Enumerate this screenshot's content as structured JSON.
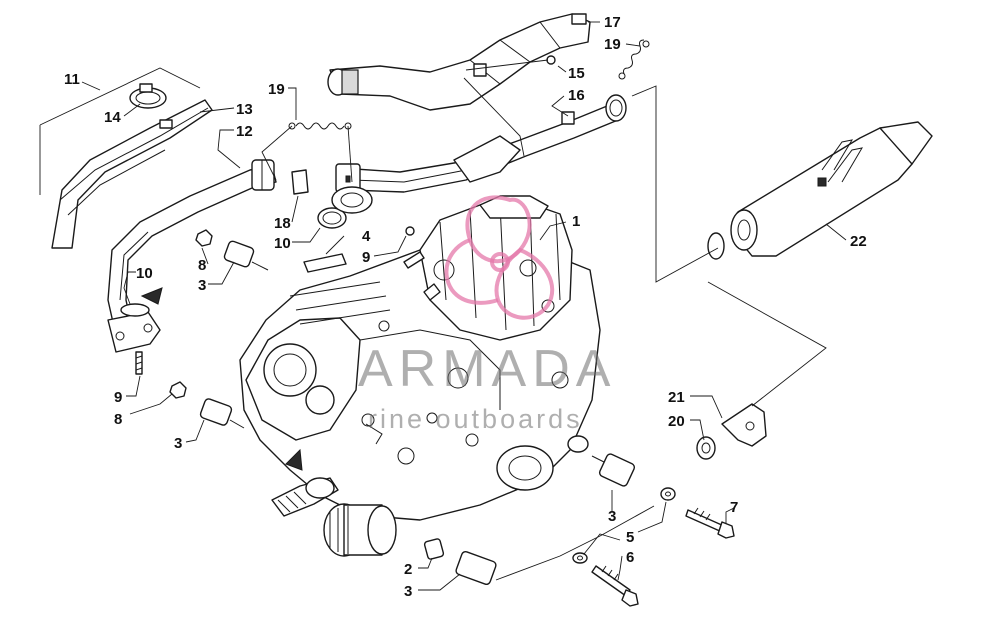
{
  "callouts": {
    "c1": "1",
    "c2": "2",
    "c3a": "3",
    "c3b": "3",
    "c3c": "3",
    "c3d": "3",
    "c4": "4",
    "c5": "5",
    "c6": "6",
    "c7": "7",
    "c8a": "8",
    "c8b": "8",
    "c9a": "9",
    "c9b": "9",
    "c10a": "10",
    "c10b": "10",
    "c11": "11",
    "c12": "12",
    "c13": "13",
    "c14": "14",
    "c15": "15",
    "c16": "16",
    "c17": "17",
    "c18": "18",
    "c19a": "19",
    "c19b": "19",
    "c20": "20",
    "c21": "21",
    "c22": "22"
  },
  "watermark": {
    "brand": "ARMADA",
    "subtitle": "rine outboards",
    "logo_color": "#e478aa"
  }
}
